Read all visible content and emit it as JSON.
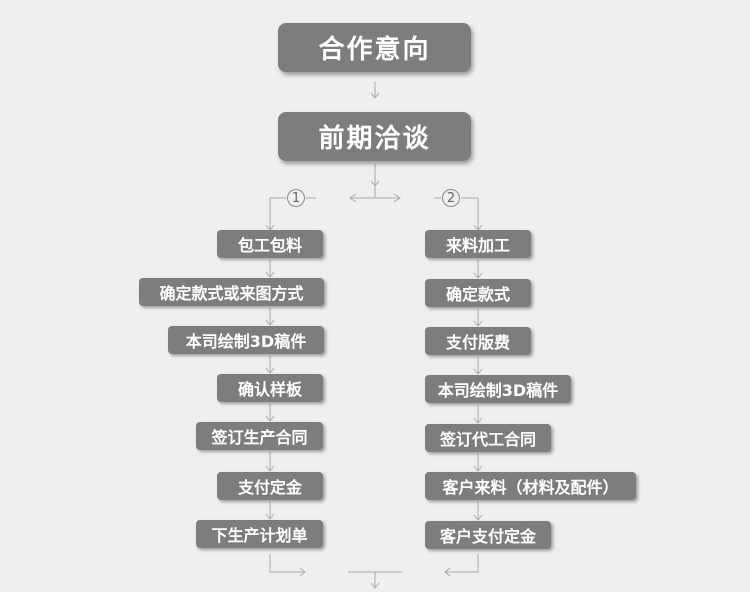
{
  "diagram": {
    "top_box": "合作意向",
    "second_box": "前期洽谈",
    "branch_left": {
      "number": "1",
      "steps": [
        "包工包料",
        "确定款式或来图方式",
        "本司绘制3D稿件",
        "确认样板",
        "签订生产合同",
        "支付定金",
        "下生产计划单"
      ]
    },
    "branch_right": {
      "number": "2",
      "steps": [
        "来料加工",
        "确定款式",
        "支付版费",
        "本司绘制3D稿件",
        "签订代工合同",
        "客户来料（材料及配件）",
        "客户支付定金"
      ]
    }
  }
}
